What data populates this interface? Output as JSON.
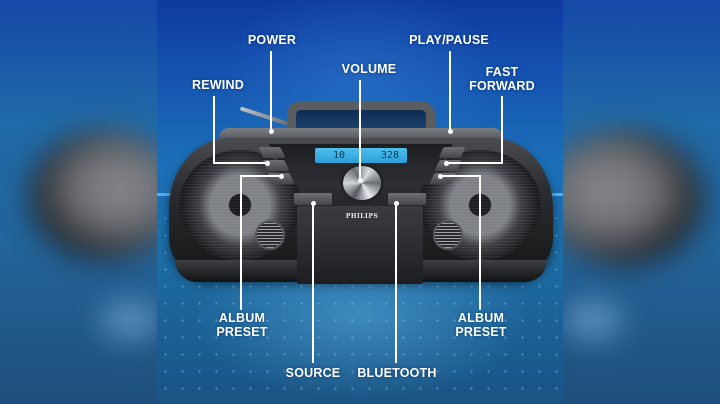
{
  "image": {
    "subject": "Philips portable boombox with labeled controls",
    "brand_label": "PHILIPS",
    "display": {
      "track": "10",
      "time": "328"
    },
    "colors": {
      "background_top": "#0e3aa0",
      "background_mid": "#1b6fb8",
      "background_bottom": "#1a5484",
      "label_text": "#ffffff",
      "lcd": "#3fb3e6"
    }
  },
  "callouts": {
    "power": "POWER",
    "play_pause": "PLAY/PAUSE",
    "volume": "VOLUME",
    "rewind": "REWIND",
    "fast_forward_line1": "FAST",
    "fast_forward_line2": "FORWARD",
    "album_preset_left_line1": "ALBUM",
    "album_preset_left_line2": "PRESET",
    "album_preset_right_line1": "ALBUM",
    "album_preset_right_line2": "PRESET",
    "source": "SOURCE",
    "bluetooth": "BLUETOOTH"
  }
}
